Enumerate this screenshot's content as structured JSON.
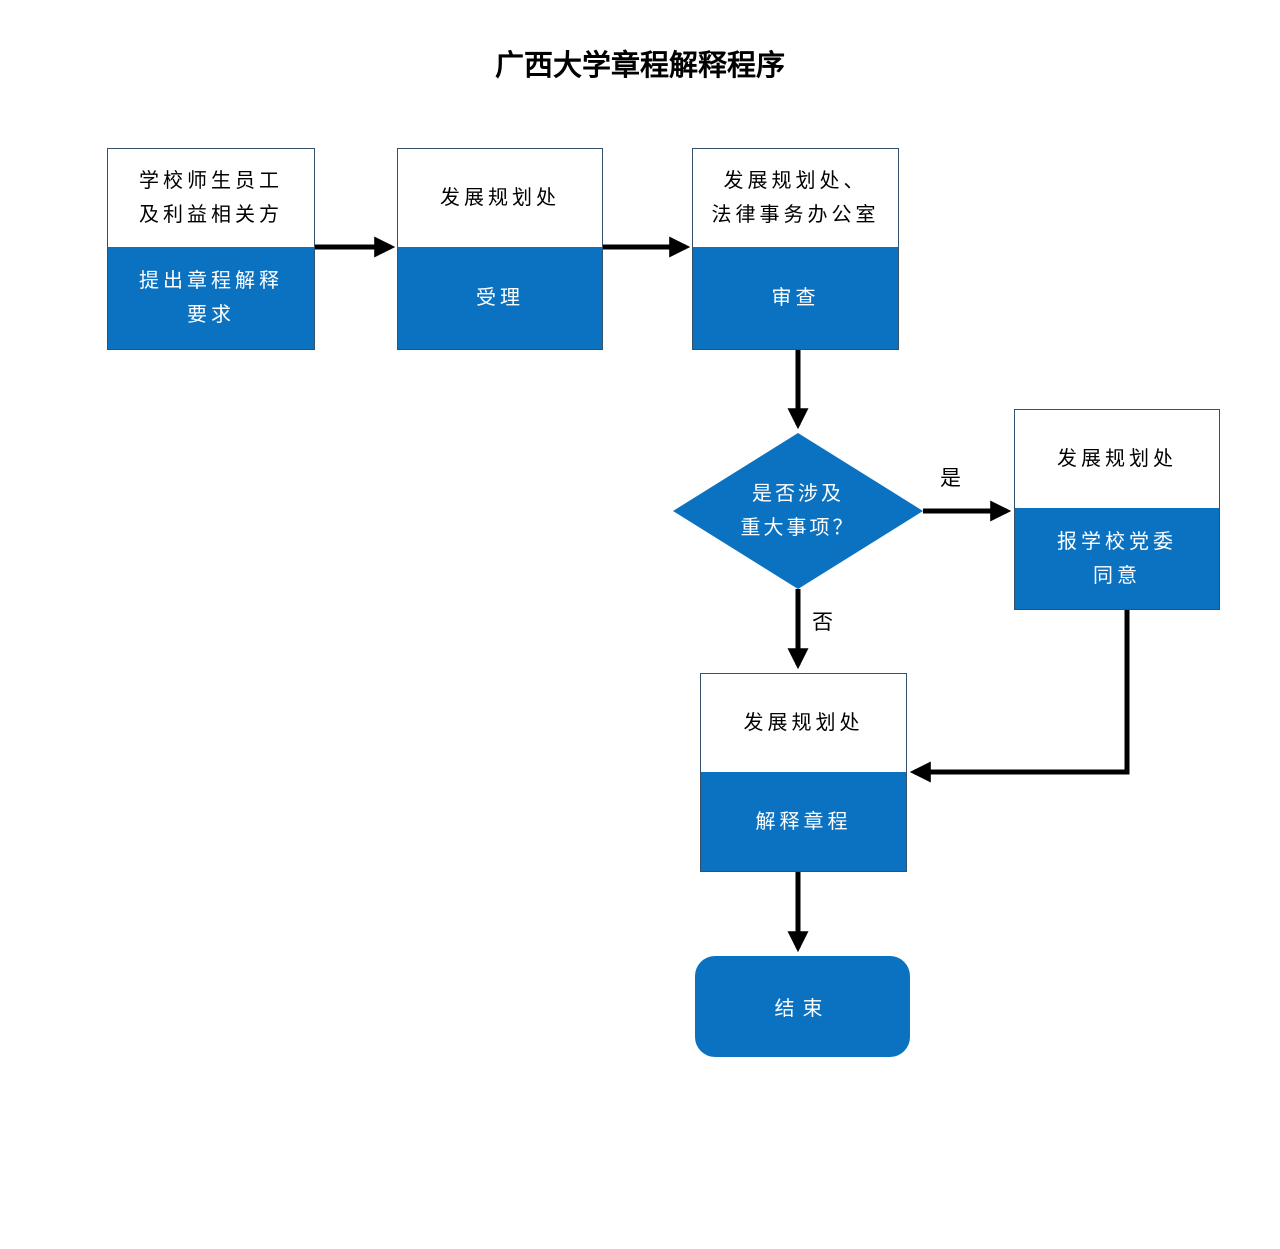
{
  "title": "广西大学章程解释程序",
  "colors": {
    "node_fill": "#0B71C1",
    "node_border": "#35506B",
    "arrow": "#000000",
    "background": "#FFFFFF"
  },
  "nodes": {
    "request": {
      "header": "学校师生员工\n及利益相关方",
      "body": "提出章程解释\n要求"
    },
    "accept": {
      "header": "发展规划处",
      "body": "受理"
    },
    "review": {
      "header": "发展规划处、\n法律事务办公室",
      "body": "审查"
    },
    "decision": {
      "label": "是否涉及\n重大事项？"
    },
    "approve": {
      "header": "发展规划处",
      "body": "报学校党委\n同意"
    },
    "interpret": {
      "header": "发展规划处",
      "body": "解释章程"
    },
    "end": {
      "label": "结束"
    }
  },
  "edges": {
    "yes_label": "是",
    "no_label": "否"
  }
}
